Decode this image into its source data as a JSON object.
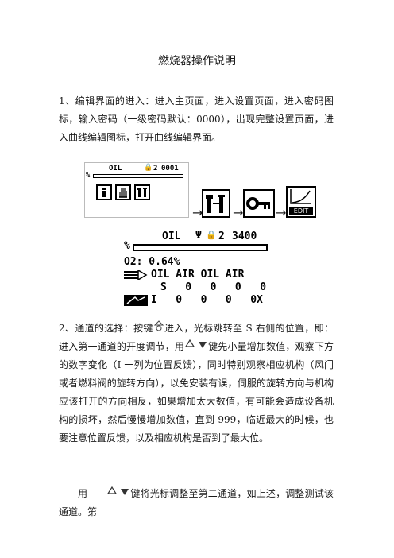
{
  "doc": {
    "title": "燃烧器操作说明",
    "p1": "1、编辑界面的进入：进入主页面，进入设置页面，进入密码图标，输入密码（一级密码默认：0000），出现完整设置页面，进入曲线编辑图标，打开曲线编辑界面。",
    "p2a": "2、通道的选择：按键",
    "p2b": "进入，光标跳转至 S 右侧的位置，即：进入第一通道的开度调节，用",
    "p2c": "键先小量增加数值，观察下方的数字变化（I 一列为位置反馈），同时特别观察相应机构（风门或者燃料阀的旋转方向），以免安装有误，伺服的旋转方向与机构应该打开的方向相反，如果增加太大数值，有可能会造成设备机构的损坏，然后慢慢增加数值，直到 999，临近最大的时候，也要注意位置反馈，以及相应机构是否到了最大位。",
    "p3a": "用",
    "p3b": "键将光标调整至第二通道，如上述，调整测试该通道。第"
  },
  "screen1": {
    "fuel": "OIL",
    "lock_num": "2",
    "value": "0001",
    "percent": "%",
    "icons": [
      "info-icon",
      "hand-icon",
      "tools-icon"
    ]
  },
  "flow": {
    "arrow": "→",
    "edit_label": "EDIT"
  },
  "screen2": {
    "fuel": "OIL",
    "lock_num": "2",
    "value": "3400",
    "percent": "%",
    "o2": "O2: 0.64%",
    "headers": "OIL AIR OIL AIR",
    "row_s": "S   0   0   0   0",
    "row_i": "I   0   0   0   0X"
  }
}
